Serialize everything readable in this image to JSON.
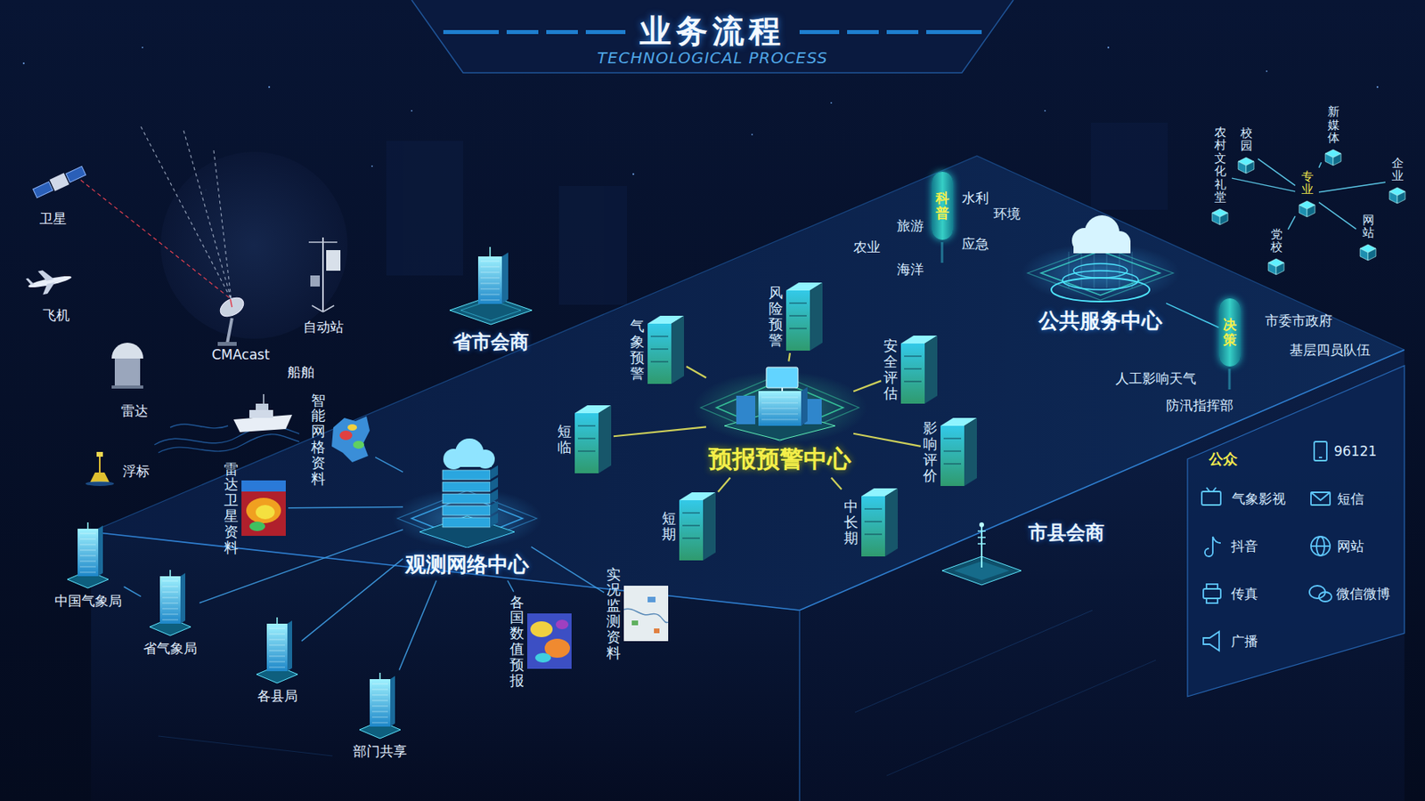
{
  "diagram": {
    "title": "业务流程",
    "nodes": [
      {
        "text": [
          "省市会商"
        ]
      },
      {
        "text": [
          "科普"
        ]
      },
      {
        "text": [
          "公共服务中心"
        ]
      },
      {
        "text": [
          "决策"
        ]
      },
      {
        "text": [
          "专业"
        ]
      },
      {
        "text": [
          "农村文化礼堂"
        ]
      },
      {
        "text": [
          "校园"
        ]
      },
      {
        "text": [
          "新媒体"
        ]
      },
      {
        "text": [
          "企业"
        ]
      },
      {
        "text": [
          "网站"
        ]
      },
      {
        "text": [
          "党校"
        ]
      },
      {
        "text": [
          "风险预警"
        ]
      },
      {
        "text": [
          "气象预警"
        ]
      },
      {
        "text": [
          "安全评估"
        ]
      },
      {
        "text": [
          "预报预警中心"
        ]
      },
      {
        "text": [
          "短临"
        ]
      },
      {
        "text": [
          "影响评价"
        ]
      },
      {
        "text": [
          "智能网格资料"
        ]
      },
      {
        "text": [
          "雷达卫星资料"
        ]
      },
      {
        "text": [
          "观测网络中心"
        ]
      },
      {
        "text": [
          "短期"
        ]
      },
      {
        "text": [
          "中长期"
        ]
      },
      {
        "text": [
          "市县会商"
        ]
      },
      {
        "text": [
          "实况监测资料"
        ]
      },
      {
        "text": [
          "各国数值预报"
        ]
      },
      {
        "text": [
          "中国气象局"
        ]
      },
      {
        "text": [
          "省气象局"
        ]
      },
      {
        "text": [
          "各县局"
        ]
      },
      {
        "text": [
          "部门共享"
        ]
      }
    ],
    "edges": [
      {
        "from": 14,
        "to": 11,
        "arrow": "none"
      },
      {
        "from": 14,
        "to": 12,
        "arrow": "none"
      },
      {
        "from": 14,
        "to": 13,
        "arrow": "none"
      },
      {
        "from": 14,
        "to": 15,
        "arrow": "none"
      },
      {
        "from": 14,
        "to": 16,
        "arrow": "none"
      },
      {
        "from": 14,
        "to": 20,
        "arrow": "none"
      },
      {
        "from": 14,
        "to": 21,
        "arrow": "none"
      },
      {
        "from": 19,
        "to": 17,
        "arrow": "none"
      },
      {
        "from": 19,
        "to": 18,
        "arrow": "none"
      },
      {
        "from": 19,
        "to": 23,
        "arrow": "none"
      },
      {
        "from": 19,
        "to": 24,
        "arrow": "none"
      },
      {
        "from": 19,
        "to": 26,
        "arrow": "none"
      },
      {
        "from": 19,
        "to": 27,
        "arrow": "none"
      },
      {
        "from": 19,
        "to": 28,
        "arrow": "none"
      },
      {
        "from": 25,
        "to": 26,
        "arrow": "none"
      },
      {
        "from": 2,
        "to": 3,
        "arrow": "none"
      },
      {
        "from": 4,
        "to": 5,
        "arrow": "none"
      },
      {
        "from": 4,
        "to": 6,
        "arrow": "none"
      },
      {
        "from": 4,
        "to": 7,
        "arrow": "none"
      },
      {
        "from": 4,
        "to": 8,
        "arrow": "none"
      },
      {
        "from": 4,
        "to": 9,
        "arrow": "none"
      },
      {
        "from": 4,
        "to": 10,
        "arrow": "none"
      }
    ],
    "labels": [
      "TECHNOLOGICAL PROCESS",
      "卫星",
      "飞机",
      "雷达",
      "CMAcast",
      "自动站",
      "船舶",
      "浮标",
      "农业",
      "旅游",
      "水利",
      "海洋",
      "应急",
      "环境",
      "市委市政府",
      "人工影响天气",
      "基层四员队伍",
      "防汛指挥部",
      "公众",
      "气象影视",
      "抖音",
      "传真",
      "广播",
      "96121",
      "短信",
      "网站",
      "微信微博"
    ]
  }
}
